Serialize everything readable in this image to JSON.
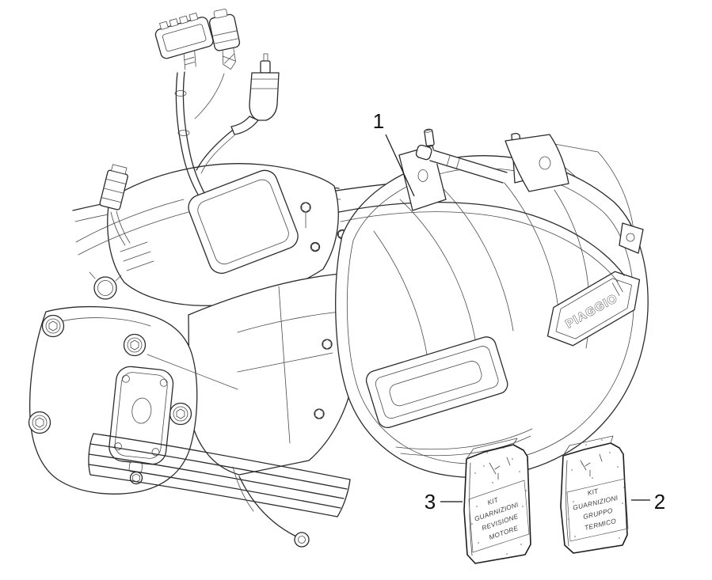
{
  "figure": {
    "type": "engine-parts-exploded-diagram",
    "background_color": "#ffffff",
    "line_color": "#2b2b2b"
  },
  "engine": {
    "badge_text": "PIAGGIO"
  },
  "callouts": [
    {
      "label": "1"
    },
    {
      "label": "2"
    },
    {
      "label": "3"
    }
  ],
  "bags": [
    {
      "callout": "3",
      "label_lines": [
        "KIT",
        "GUARNIZIONI",
        "REVISIONE",
        "MOTORE"
      ]
    },
    {
      "callout": "2",
      "label_lines": [
        "KIT",
        "GUARNIZIONI",
        "GRUPPO",
        "TERMICO"
      ]
    }
  ]
}
